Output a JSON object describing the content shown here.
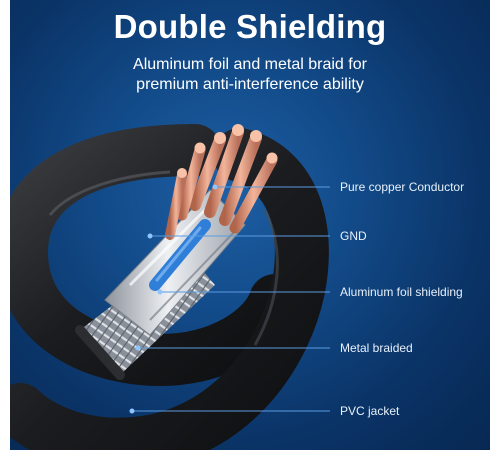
{
  "header": {
    "title": "Double Shielding",
    "subtitle_line1": "Aluminum foil and metal braid for",
    "subtitle_line2": "premium anti-interference ability"
  },
  "callouts": [
    {
      "label": "Pure copper Conductor"
    },
    {
      "label": "GND"
    },
    {
      "label": "Aluminum foil shielding"
    },
    {
      "label": "Metal braided"
    },
    {
      "label": "PVC jacket"
    }
  ],
  "colors": {
    "background": "#124a88",
    "copper": "#d4876a",
    "foil": "#c9ccd2",
    "gnd_blue": "#2f7fd8",
    "jacket": "#1c1d20",
    "callout_line": "#5a9be0"
  }
}
